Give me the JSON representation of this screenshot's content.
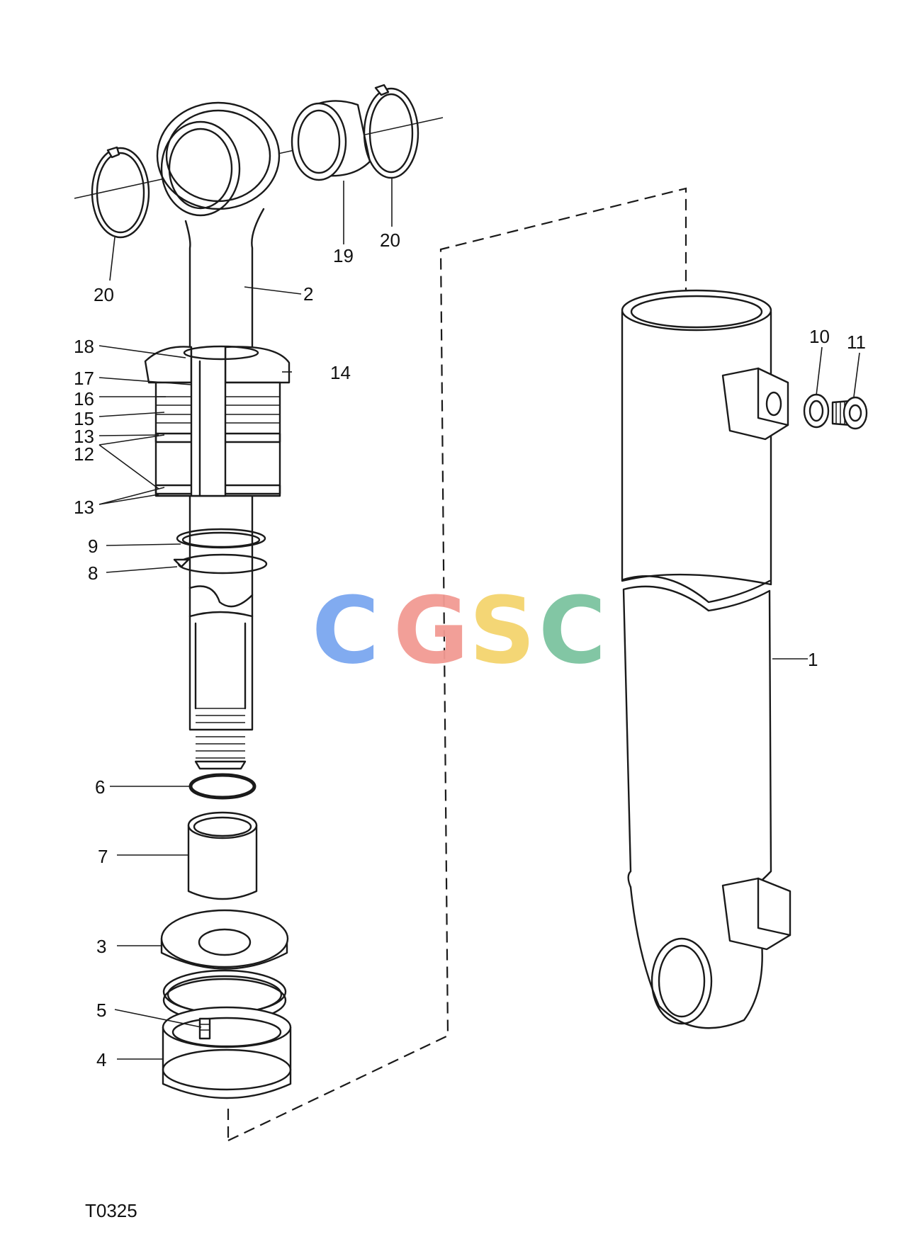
{
  "drawing_code": "T0325",
  "watermark": {
    "letters": [
      "C",
      "G",
      "S",
      "C"
    ],
    "colors": [
      "#7ba7f0",
      "#f29a93",
      "#f4d46e",
      "#7cc4a0"
    ]
  },
  "callouts": {
    "c1": "1",
    "c2": "2",
    "c3": "3",
    "c4": "4",
    "c5": "5",
    "c6": "6",
    "c7": "7",
    "c8": "8",
    "c9": "9",
    "c10": "10",
    "c11": "11",
    "c12": "12",
    "c13a": "13",
    "c13b": "13",
    "c14": "14",
    "c15": "15",
    "c16": "16",
    "c17": "17",
    "c18": "18",
    "c19": "19",
    "c20a": "20",
    "c20b": "20"
  }
}
